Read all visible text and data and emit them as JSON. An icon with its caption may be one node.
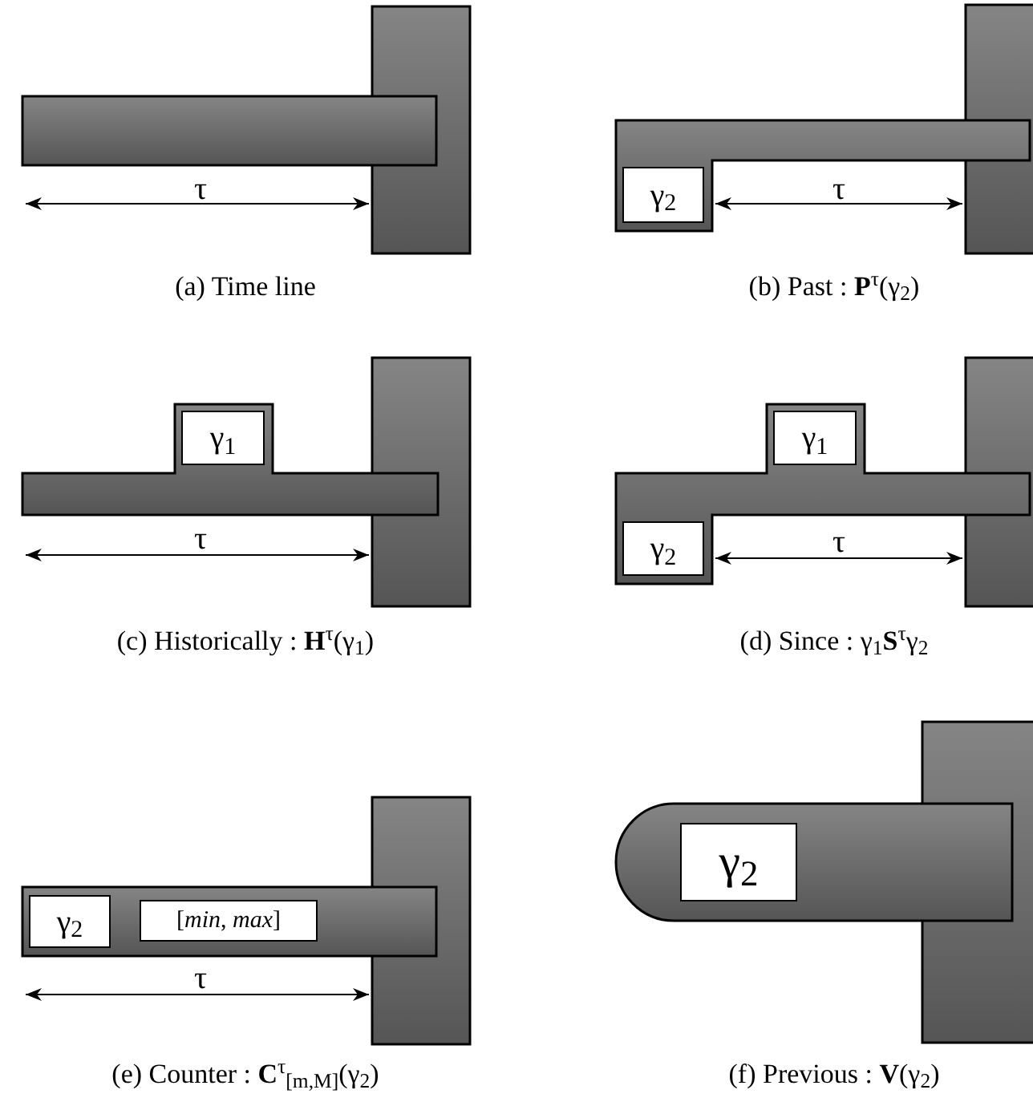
{
  "diagram": {
    "nodes": [
      {
        "text": [
          "γ$_{2}$"
        ]
      },
      {
        "text": [
          "γ$_{1}$"
        ]
      },
      {
        "text": [
          "γ$_{1}$"
        ]
      },
      {
        "text": [
          "γ$_{2}$"
        ]
      },
      {
        "text": [
          "γ$_{2}$"
        ]
      },
      {
        "text": [
          "[*min*, *max*]"
        ]
      },
      {
        "text": [
          "γ$_{2}$"
        ]
      }
    ],
    "labels": [
      "τ",
      "τ",
      "(a) Time line",
      "(b) Past : **P**$^{τ}$(γ$_{2}$)",
      "τ",
      "τ",
      "(c) Historically : **H**$^{τ}$(γ$_{1}$)",
      "(d) Since : γ$_{1}$**S**$^{τ}$γ$_{2}$",
      "τ",
      "(e) Counter : **C**$^{τ}$$_{[m,M]}$(γ$_{2}$)",
      "(f) Previous : **V**(γ$_{2}$)"
    ]
  }
}
